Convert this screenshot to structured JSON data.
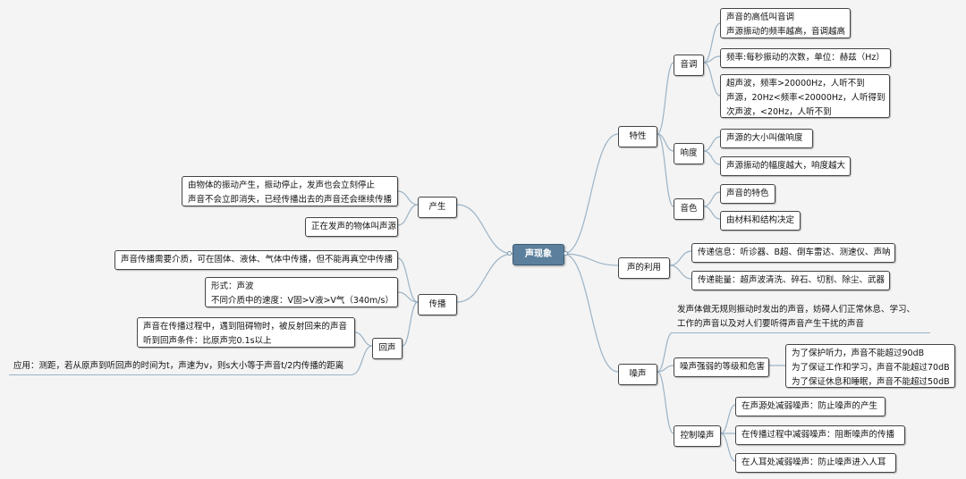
{
  "root": "声现象",
  "branches": {
    "chansheng": {
      "label": "产生",
      "items": [
        "由物体的振动产生，振动停止，发声也会立刻停止\n声音不会立即消失，已经传播出去的声音还会继续传播",
        "正在发声的物体叫声源"
      ]
    },
    "chuanbo": {
      "label": "传播",
      "items": [
        "声音传播需要介质，可在固体、液体、气体中传播，但不能再真空中传播",
        "形式：声波\n不同介质中的速度：V固>V液>V气（340m/s）"
      ],
      "huisheng": {
        "label": "回声",
        "items": [
          "声音在传播过程中，遇到阻碍物时，被反射回来的声音\n听到回声条件：比原声完0.1s以上",
          "应用：测距，若从原声到听回声的时间为t，声速为v，则s大小等于声音t/2内传播的距离"
        ]
      }
    },
    "texing": {
      "label": "特性",
      "yindiao": {
        "label": "音调",
        "items": [
          "声音的高低叫音调\n声源振动的频率越高，音调越高",
          "频率:每秒振动的次数，单位：赫兹（Hz）",
          "超声波，频率>20000Hz，人听不到\n声源，20Hz<频率<20000Hz，人听得到\n次声波，<20Hz，人听不到"
        ]
      },
      "xiangdu": {
        "label": "响度",
        "items": [
          "声源的大小叫做响度",
          "声源振动的幅度越大，响度越大"
        ]
      },
      "yinse": {
        "label": "音色",
        "items": [
          "声音的特色",
          "由材料和结构决定"
        ]
      }
    },
    "liyong": {
      "label": "声的利用",
      "items": [
        "传递信息：听诊器、B超、倒车雷达、测速仪、声呐",
        "传递能量：超声波清洗、碎石、切割、除尘、武器"
      ]
    },
    "zaosheng": {
      "label": "噪声",
      "definition": "发声体做无规则振动时发出的声音，妨碍人们正常休息、学习、\n工作的声音以及对人们要听得声音产生干扰的声音",
      "dengji": {
        "label": "噪声强弱的等级和危害",
        "items": "为了保护听力，声音不能超过90dB\n为了保证工作和学习，声音不能超过70dB\n为了保证休息和睡眠，声音不能超过50dB"
      },
      "kongzhi": {
        "label": "控制噪声",
        "items": [
          "在声源处减弱噪声：防止噪声的产生",
          "在传播过程中减弱噪声：阻断噪声的传播",
          "在人耳处减弱噪声：防止噪声进入人耳"
        ]
      }
    }
  },
  "colors": {
    "root": "#5b7f9c",
    "link": "#9bb3c6",
    "node_border": "#444444",
    "background": "#f4f4f4"
  }
}
